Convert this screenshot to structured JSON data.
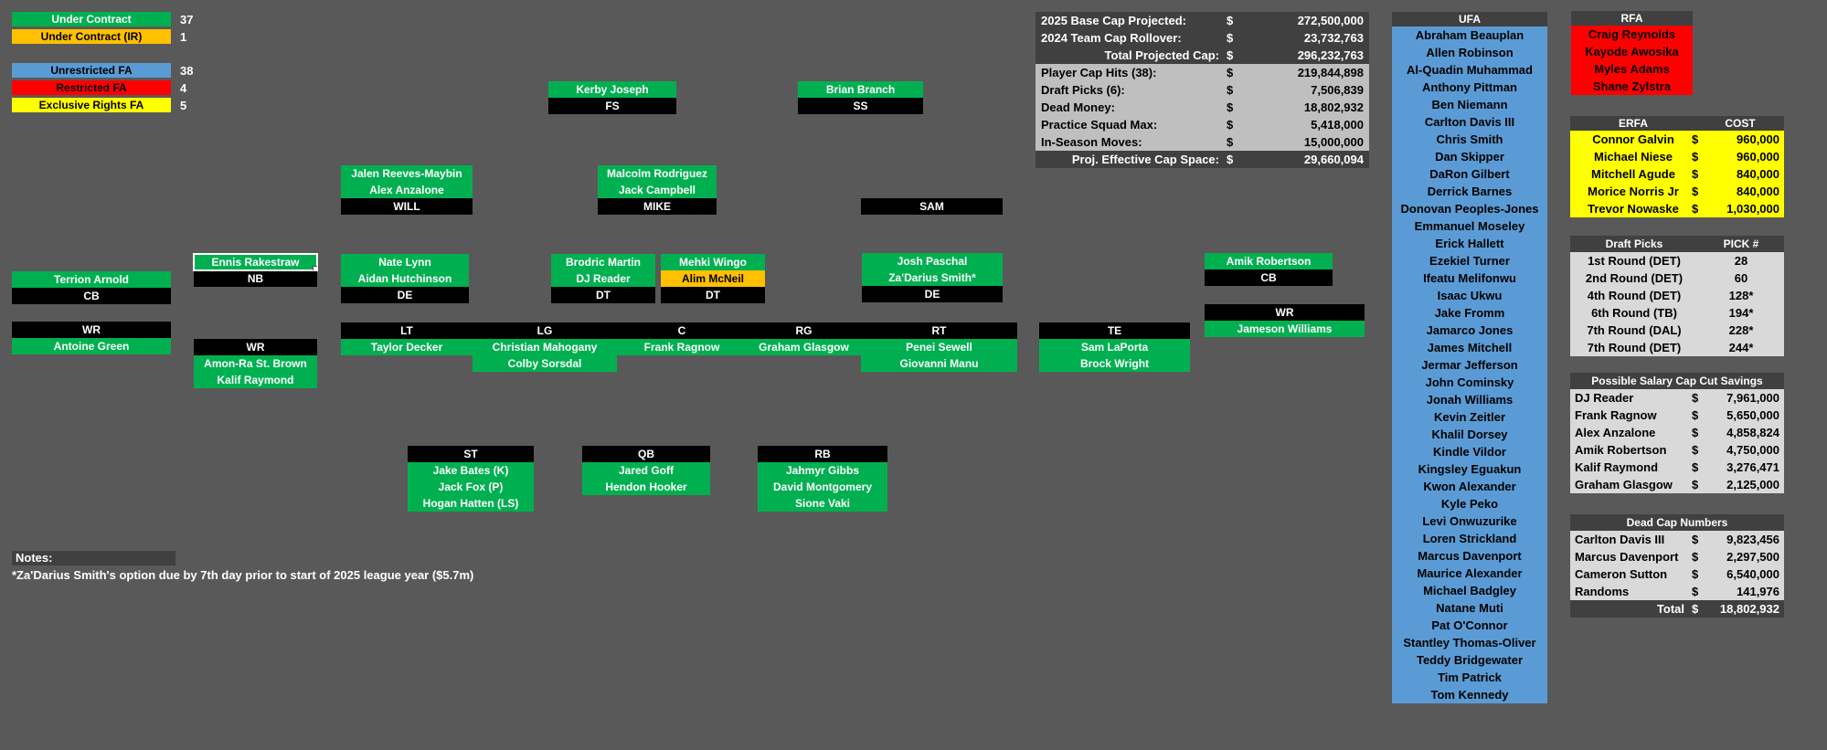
{
  "colors": {
    "background": "#595959",
    "under_contract_green": "#00B050",
    "under_contract_ir_orange": "#FFC000",
    "unrestricted_fa_blue": "#5B9BD5",
    "restricted_fa_red": "#FF0000",
    "exclusive_rights_fa_yellow": "#FFFF00",
    "header_dark_gray": "#404040",
    "cap_mid_gray": "#BFBFBF",
    "table_light_gray": "#D9D9D9",
    "label_black": "#000000"
  },
  "legend": {
    "under_contract": {
      "label": "Under Contract",
      "count": "37"
    },
    "under_contract_ir": {
      "label": "Under Contract (IR)",
      "count": "1"
    },
    "unrestricted_fa": {
      "label": "Unrestricted FA",
      "count": "38"
    },
    "restricted_fa": {
      "label": "Restricted FA",
      "count": "4"
    },
    "exclusive_rights_fa": {
      "label": "Exclusive Rights FA",
      "count": "5"
    }
  },
  "cap_table": {
    "rows": [
      {
        "label": "2025 Base Cap Projected:",
        "d": "$",
        "value": "272,500,000"
      },
      {
        "label": "2024 Team Cap Rollover:",
        "d": "$",
        "value": "23,732,763"
      },
      {
        "label": "Total Projected Cap:",
        "d": "$",
        "value": "296,232,763"
      },
      {
        "label": "Player Cap Hits (38):",
        "d": "$",
        "value": "219,844,898"
      },
      {
        "label": "Draft Picks (6):",
        "d": "$",
        "value": "7,506,839"
      },
      {
        "label": "Dead Money:",
        "d": "$",
        "value": "18,802,932"
      },
      {
        "label": "Practice Squad Max:",
        "d": "$",
        "value": "5,418,000"
      },
      {
        "label": "In-Season Moves:",
        "d": "$",
        "value": "15,000,000"
      },
      {
        "label": "Proj. Effective Cap Space:",
        "d": "$",
        "value": "29,660,094"
      }
    ]
  },
  "positions": {
    "fs": {
      "label": "FS",
      "players": [
        "Kerby Joseph"
      ]
    },
    "ss": {
      "label": "SS",
      "players": [
        "Brian Branch"
      ]
    },
    "will": {
      "label": "WILL",
      "players": [
        "Jalen Reeves-Maybin",
        "Alex Anzalone"
      ]
    },
    "mike": {
      "label": "MIKE",
      "players": [
        "Malcolm Rodriguez",
        "Jack Campbell"
      ]
    },
    "sam": {
      "label": "SAM"
    },
    "nb": {
      "label": "NB",
      "players": [
        "Ennis Rakestraw"
      ]
    },
    "cb_left": {
      "label": "CB",
      "players": [
        "Terrion Arnold"
      ]
    },
    "de_left": {
      "label": "DE",
      "players": [
        "Nate Lynn",
        "Aidan Hutchinson"
      ]
    },
    "dt_left": {
      "label": "DT",
      "players": [
        "Brodric Martin",
        "DJ Reader"
      ]
    },
    "dt_right": {
      "label": "DT",
      "players": [
        "Mehki Wingo",
        "Alim McNeil"
      ]
    },
    "de_right": {
      "label": "DE",
      "players": [
        "Josh Paschal",
        "Za'Darius Smith*"
      ]
    },
    "cb_right": {
      "label": "CB",
      "players": [
        "Amik Robertson"
      ]
    },
    "wr_left": {
      "label": "WR",
      "players": [
        "Antoine Green"
      ]
    },
    "wr_slot": {
      "label": "WR",
      "players": [
        "Amon-Ra St. Brown",
        "Kalif Raymond"
      ]
    },
    "wr_right": {
      "label": "WR",
      "players": [
        "Jameson Williams"
      ]
    },
    "te": {
      "label": "TE",
      "players": [
        "Sam LaPorta",
        "Brock Wright"
      ]
    },
    "ol": {
      "labels": [
        "LT",
        "LG",
        "C",
        "RG",
        "RT"
      ],
      "starters": [
        "Taylor Decker",
        "Christian Mahogany",
        "Frank Ragnow",
        "Graham Glasgow",
        "Penei Sewell"
      ],
      "backups": {
        "lg": "Colby Sorsdal",
        "rt": "Giovanni Manu"
      }
    },
    "st": {
      "label": "ST",
      "players": [
        "Jake Bates (K)",
        "Jack Fox (P)",
        "Hogan Hatten (LS)"
      ]
    },
    "qb": {
      "label": "QB",
      "players": [
        "Jared Goff",
        "Hendon Hooker"
      ]
    },
    "rb": {
      "label": "RB",
      "players": [
        "Jahmyr Gibbs",
        "David Montgomery",
        "Sione Vaki"
      ]
    }
  },
  "ufa": {
    "title": "UFA",
    "names": [
      "Abraham Beauplan",
      "Allen Robinson",
      "Al-Quadin Muhammad",
      "Anthony Pittman",
      "Ben Niemann",
      "Carlton Davis III",
      "Chris Smith",
      "Dan Skipper",
      "DaRon Gilbert",
      "Derrick Barnes",
      "Donovan Peoples-Jones",
      "Emmanuel Moseley",
      "Erick Hallett",
      "Ezekiel Turner",
      "Ifeatu Melifonwu",
      "Isaac Ukwu",
      "Jake Fromm",
      "Jamarco Jones",
      "James Mitchell",
      "Jermar Jefferson",
      "John Cominsky",
      "Jonah Williams",
      "Kevin Zeitler",
      "Khalil Dorsey",
      "Kindle Vildor",
      "Kingsley Eguakun",
      "Kwon Alexander",
      "Kyle Peko",
      "Levi Onwuzurike",
      "Loren Strickland",
      "Marcus Davenport",
      "Maurice Alexander",
      "Michael Badgley",
      "Natane Muti",
      "Pat O'Connor",
      "Stantley Thomas-Oliver",
      "Teddy Bridgewater",
      "Tim Patrick",
      "Tom Kennedy"
    ]
  },
  "rfa": {
    "title": "RFA",
    "names": [
      "Craig Reynolds",
      "Kayode Awosika",
      "Myles Adams",
      "Shane Zylstra"
    ]
  },
  "erfa": {
    "title": "ERFA",
    "cost_header": "COST",
    "rows": [
      {
        "name": "Connor Galvin",
        "d": "$",
        "value": "960,000"
      },
      {
        "name": "Michael Niese",
        "d": "$",
        "value": "960,000"
      },
      {
        "name": "Mitchell Agude",
        "d": "$",
        "value": "840,000"
      },
      {
        "name": "Morice Norris Jr",
        "d": "$",
        "value": "840,000"
      },
      {
        "name": "Trevor Nowaske",
        "d": "$",
        "value": "1,030,000"
      }
    ]
  },
  "draft_picks": {
    "title": "Draft Picks",
    "pick_header": "PICK #",
    "rows": [
      {
        "round": "1st Round (DET)",
        "pick": "28"
      },
      {
        "round": "2nd Round (DET)",
        "pick": "60"
      },
      {
        "round": "4th Round (DET)",
        "pick": "128*"
      },
      {
        "round": "6th Round (TB)",
        "pick": "194*"
      },
      {
        "round": "7th Round (DAL)",
        "pick": "228*"
      },
      {
        "round": "7th Round (DET)",
        "pick": "244*"
      }
    ]
  },
  "cut_savings": {
    "title": "Possible Salary Cap Cut Savings",
    "rows": [
      {
        "name": "DJ Reader",
        "d": "$",
        "value": "7,961,000"
      },
      {
        "name": "Frank Ragnow",
        "d": "$",
        "value": "5,650,000"
      },
      {
        "name": "Alex Anzalone",
        "d": "$",
        "value": "4,858,824"
      },
      {
        "name": "Amik Robertson",
        "d": "$",
        "value": "4,750,000"
      },
      {
        "name": "Kalif Raymond",
        "d": "$",
        "value": "3,276,471"
      },
      {
        "name": "Graham Glasgow",
        "d": "$",
        "value": "2,125,000"
      }
    ]
  },
  "dead_cap": {
    "title": "Dead Cap Numbers",
    "rows": [
      {
        "name": "Carlton Davis III",
        "d": "$",
        "value": "9,823,456"
      },
      {
        "name": "Marcus Davenport",
        "d": "$",
        "value": "2,297,500"
      },
      {
        "name": "Cameron Sutton",
        "d": "$",
        "value": "6,540,000"
      },
      {
        "name": "Randoms",
        "d": "$",
        "value": "141,976"
      }
    ],
    "total_label": "Total",
    "total_d": "$",
    "total_value": "18,802,932"
  },
  "notes": {
    "title": "Notes:",
    "line1": "*Za'Darius Smith's option due by 7th day prior to start of 2025 league year ($5.7m)"
  }
}
